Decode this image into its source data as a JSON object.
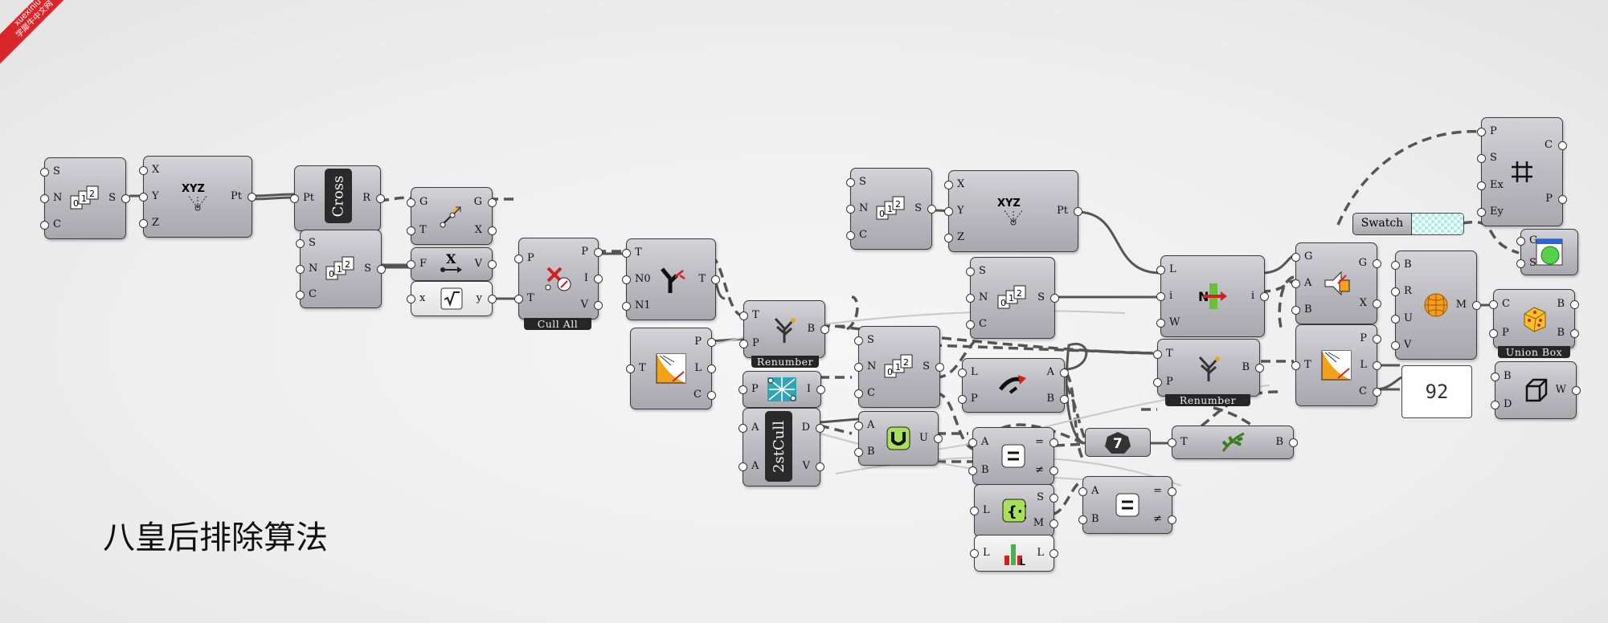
{
  "watermark": {
    "line1": "xuexiniu",
    "line2": "学犀牛中文网"
  },
  "title": "八皇后排除算法",
  "panel_value": "92",
  "swatch_label": "Swatch",
  "captions": {
    "cull_all": "Cull All",
    "renumber1": "Renumber",
    "renumber2": "Renumber",
    "union_box": "Union Box"
  },
  "labels": {
    "cross": "Cross",
    "second_cull": "2stCull"
  },
  "slider_value": "7",
  "colors": {
    "canvas": "#ececec",
    "component": "#bdbdc3",
    "wire": "#555555",
    "swatch": "#9ef0f0"
  },
  "comps": {
    "series1": {
      "in": [
        "S",
        "N",
        "C"
      ],
      "out": [
        "S"
      ]
    },
    "construct_point1": {
      "in": [
        "X",
        "Y",
        "Z"
      ],
      "out": [
        "Pt"
      ]
    },
    "cross_ref": {
      "in": [
        "Pt"
      ],
      "out": [
        "R"
      ]
    },
    "series2": {
      "in": [
        "S",
        "N",
        "C"
      ],
      "out": [
        "S"
      ]
    },
    "graft": {
      "in": [
        "G",
        "T"
      ],
      "out": [
        "G",
        "X"
      ]
    },
    "expression": {
      "in": [
        "F"
      ],
      "out": [
        "V"
      ]
    },
    "sqrt": {
      "in": [
        "x"
      ],
      "out": [
        "y"
      ]
    },
    "cull_pattern": {
      "in": [
        "P",
        "T"
      ],
      "out": [
        "P",
        "I",
        "V"
      ]
    },
    "split_tree": {
      "in": [
        "T",
        "N0",
        "N1"
      ],
      "out": [
        "T"
      ]
    },
    "tree_stats": {
      "in": [
        "T"
      ],
      "out": [
        "P",
        "L",
        "C"
      ]
    },
    "renumber1": {
      "in": [
        "T",
        "P"
      ],
      "out": [
        "B"
      ]
    },
    "proximity": {
      "in": [
        "P"
      ],
      "out": [
        "I"
      ]
    },
    "second_cull": {
      "in": [
        "A",
        "A"
      ],
      "out": [
        "D",
        "V"
      ]
    },
    "series3": {
      "in": [
        "S",
        "N",
        "C"
      ],
      "out": [
        "S"
      ]
    },
    "series4": {
      "in": [
        "S",
        "N",
        "C"
      ],
      "out": [
        "S"
      ]
    },
    "series5": {
      "in": [
        "S",
        "N",
        "C"
      ],
      "out": [
        "S"
      ]
    },
    "construct_point2": {
      "in": [
        "X",
        "Y",
        "Z"
      ],
      "out": [
        "Pt"
      ]
    },
    "union": {
      "in": [
        "A",
        "B"
      ],
      "out": [
        "U"
      ]
    },
    "shift_list": {
      "in": [
        "L",
        "P"
      ],
      "out": [
        "A",
        "B"
      ]
    },
    "equality1": {
      "in": [
        "A",
        "B"
      ],
      "out": [
        "=",
        "≠"
      ]
    },
    "set_members": {
      "in": [
        "L"
      ],
      "out": [
        "S",
        "M"
      ]
    },
    "list_length": {
      "in": [
        "L"
      ],
      "out": [
        "L"
      ]
    },
    "equality2": {
      "in": [
        "A",
        "B"
      ],
      "out": [
        "=",
        "≠"
      ]
    },
    "member_index": {
      "in": [
        "L",
        "i",
        "W"
      ],
      "out": [
        "i"
      ]
    },
    "renumber2": {
      "in": [
        "T",
        "P"
      ],
      "out": [
        "B"
      ]
    },
    "prune": {
      "in": [
        "T"
      ],
      "out": [
        "B"
      ]
    },
    "sift": {
      "in": [
        "G",
        "A",
        "B"
      ],
      "out": [
        "G",
        "X"
      ]
    },
    "tree_stats2": {
      "in": [
        "T"
      ],
      "out": [
        "P",
        "L",
        "C"
      ]
    },
    "sphere": {
      "in": [
        "B",
        "R",
        "U",
        "V"
      ],
      "out": [
        "M"
      ]
    },
    "rectangle": {
      "in": [
        "P",
        "S",
        "Ex",
        "Ey"
      ],
      "out": [
        "C",
        "P"
      ]
    },
    "preview": {
      "in": [
        "G",
        "S"
      ],
      "out": []
    },
    "union_box": {
      "in": [
        "C",
        "P"
      ],
      "out": [
        "B",
        "B"
      ]
    },
    "box": {
      "in": [
        "B",
        "D"
      ],
      "out": [
        "W"
      ]
    }
  }
}
